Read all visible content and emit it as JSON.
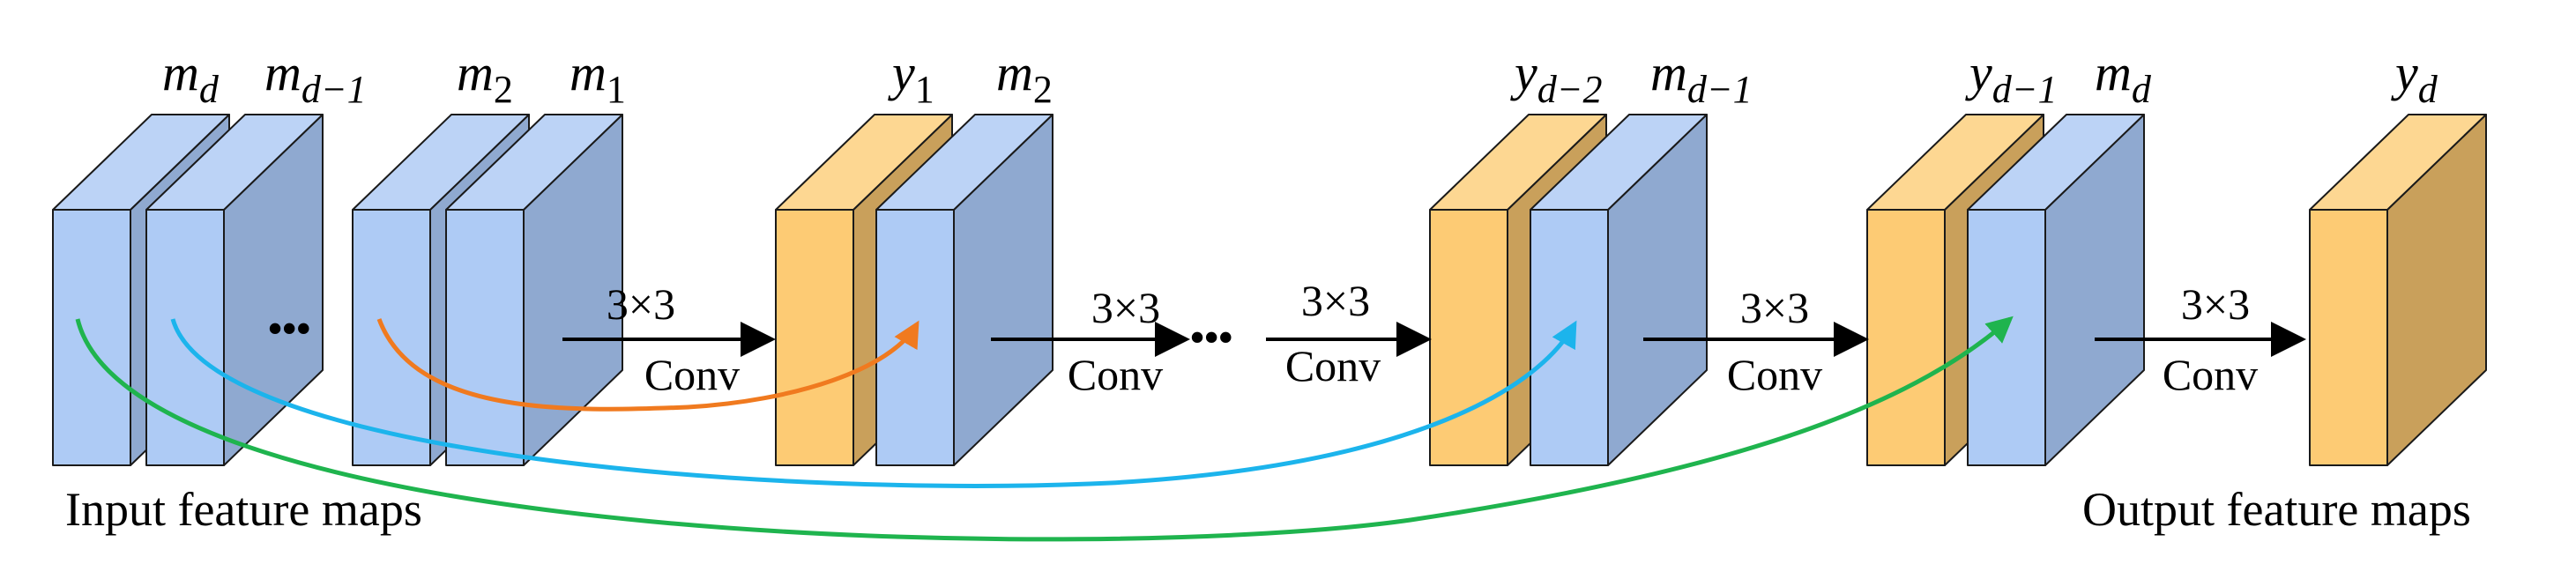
{
  "labels": {
    "input_caption": "Input feature maps",
    "output_caption": "Output feature maps",
    "kernel": "3×3",
    "op": "Conv",
    "ellipsis": "•••"
  },
  "maps": {
    "m_d": {
      "base": "m",
      "sub": "d"
    },
    "m_dm1": {
      "base": "m",
      "sub": "d−1"
    },
    "m_2": {
      "base": "m",
      "sub": "2"
    },
    "m_1": {
      "base": "m",
      "sub": "1"
    },
    "y_1": {
      "base": "y",
      "sub": "1"
    },
    "y_dm2": {
      "base": "y",
      "sub": "d−2"
    },
    "y_dm1": {
      "base": "y",
      "sub": "d−1"
    },
    "y_d": {
      "base": "y",
      "sub": "d"
    }
  },
  "colors": {
    "input_front": "#aecbf5",
    "input_side": "#8fa9d0",
    "input_top": "#bcd3f6",
    "output_front": "#fdcb74",
    "output_side": "#c9a05b",
    "output_top": "#fdd792",
    "edge": "#1a1a1a",
    "arc_green": "#1fb44e",
    "arc_blue": "#1cb4ec",
    "arc_orange": "#f07a1f"
  }
}
